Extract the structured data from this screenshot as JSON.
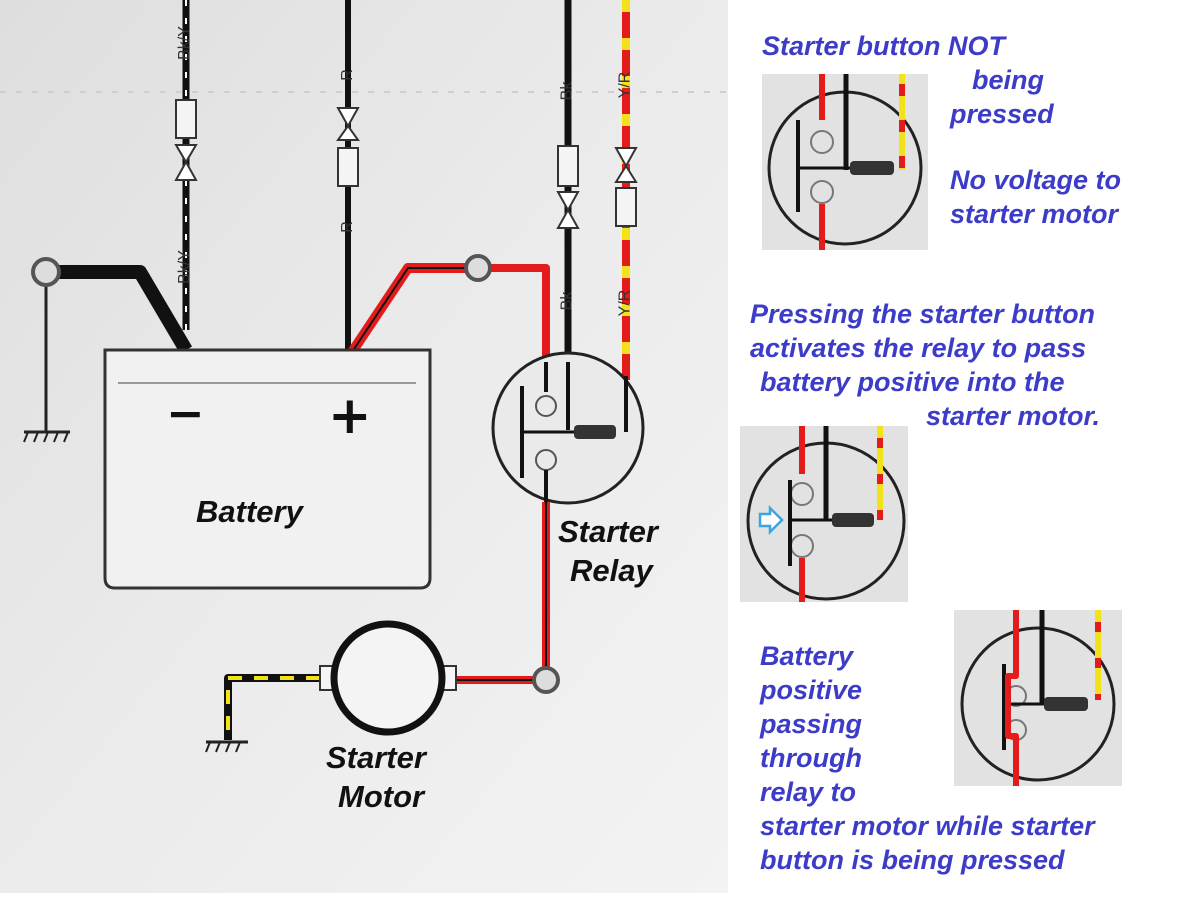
{
  "diagram": {
    "battery_label": "Battery",
    "battery_neg": "−",
    "battery_pos": "+",
    "relay_label_1": "Starter",
    "relay_label_2": "Relay",
    "motor_label_1": "Starter",
    "motor_label_2": "Motor",
    "wire_labels": {
      "bk_y_top": "Bk/Y",
      "bk_y_bottom": "Bk/Y",
      "r_top": "R",
      "r_bottom": "R",
      "bk_top": "Bk",
      "bk_bottom": "Bk",
      "y_r_top": "Y/R",
      "y_r_bottom": "Y/R"
    }
  },
  "annotations": {
    "not_pressed": [
      "Starter button NOT",
      "being",
      "pressed",
      "No voltage to",
      "starter motor"
    ],
    "pressing": [
      "Pressing the starter button",
      "activates the relay to pass",
      "battery positive into the",
      "starter motor."
    ],
    "passing": [
      "Battery",
      "positive",
      "passing",
      "through",
      "relay to",
      "starter motor while starter",
      "button is being pressed"
    ]
  },
  "colors": {
    "wire_positive": "#e31b1b",
    "wire_black": "#111111",
    "wire_stripe_yellow": "#f2e21a",
    "annotation_text": "#3c3cc8",
    "arrow": "#3aa6e0"
  }
}
